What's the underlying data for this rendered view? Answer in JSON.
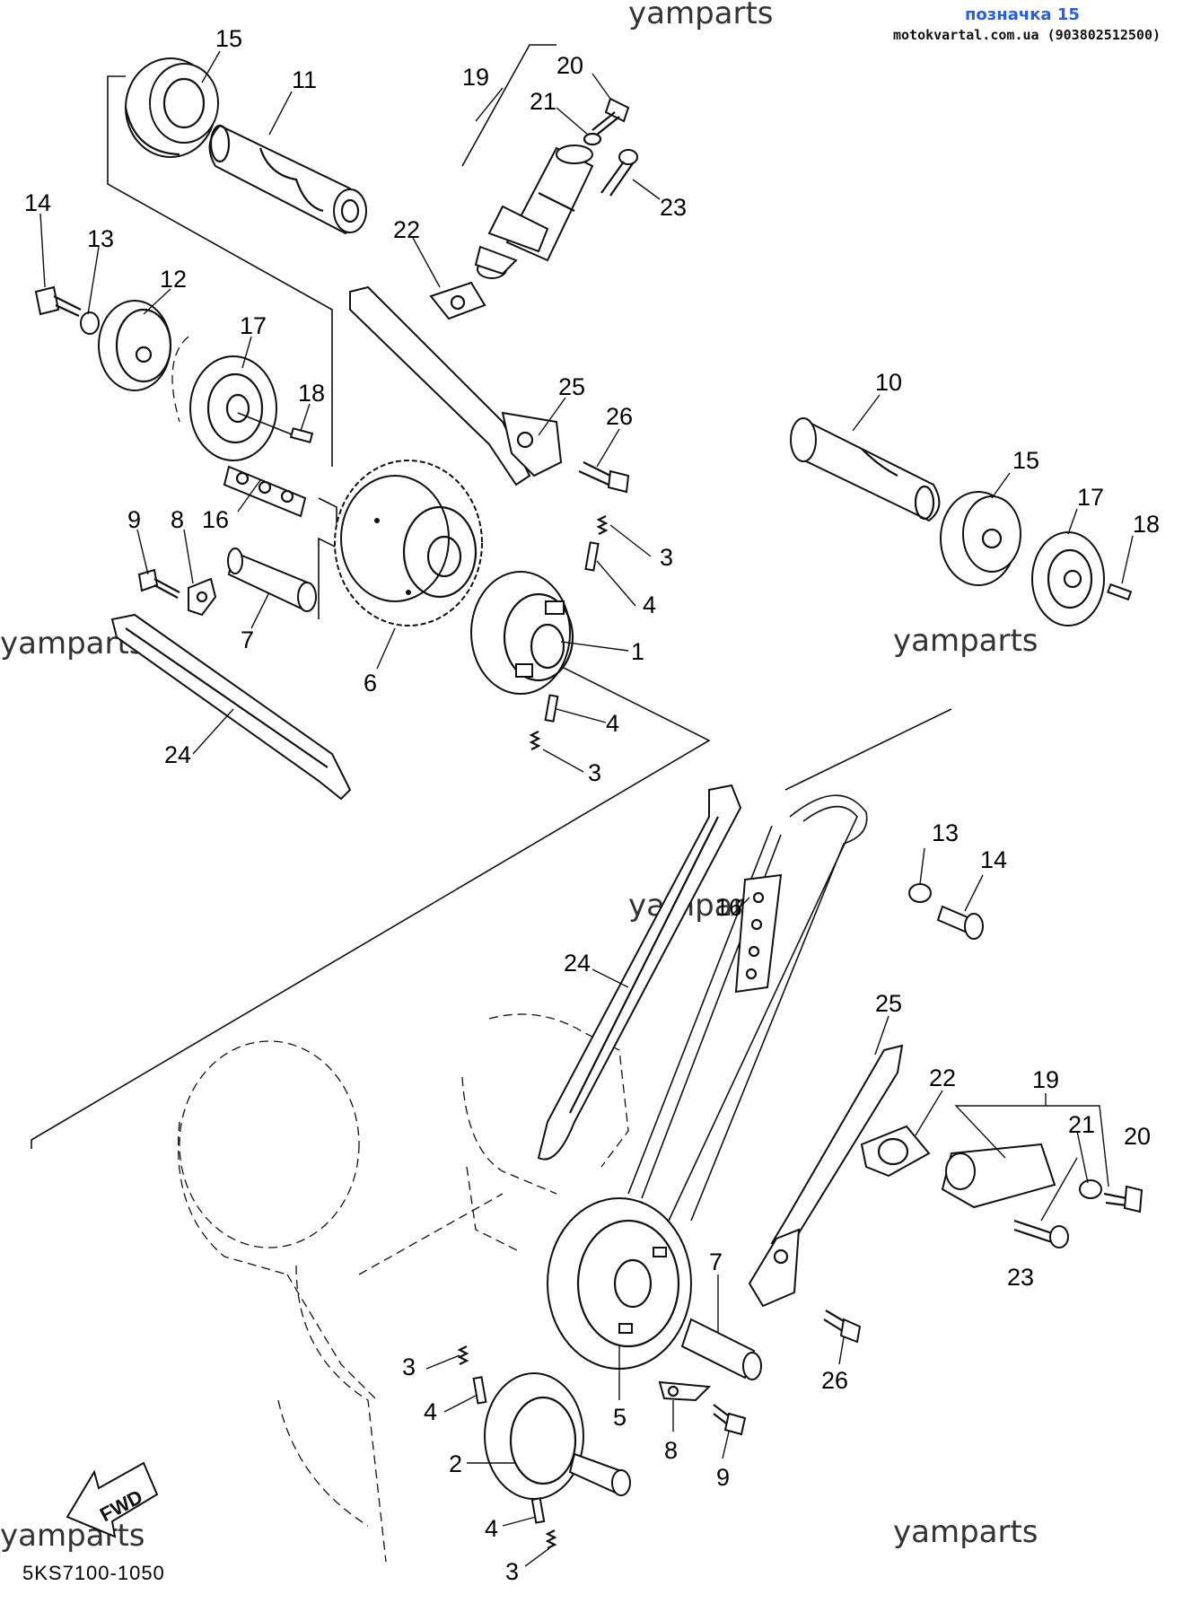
{
  "header": {
    "title": "позначка 15",
    "subtitle": "motokvartal.com.ua (903802512500)"
  },
  "watermarks": [
    "yamparts",
    "yamparts",
    "yamparts",
    "yamparts",
    "yamparts",
    "yamparts"
  ],
  "callouts": {
    "c15a": "15",
    "c11": "11",
    "c19a": "19",
    "c20a": "20",
    "c21a": "21",
    "c23a": "23",
    "c14a": "14",
    "c13a": "13",
    "c12": "12",
    "c17a": "17",
    "c18a": "18",
    "c22a": "22",
    "c25a": "25",
    "c26a": "26",
    "c10": "10",
    "c15b": "15",
    "c17b": "17",
    "c18b": "18",
    "c9a": "9",
    "c8a": "8",
    "c16a": "16",
    "c3a": "3",
    "c4a": "4",
    "c1": "1",
    "c7a": "7",
    "c6": "6",
    "c4b": "4",
    "c3b": "3",
    "c24a": "24",
    "c13b": "13",
    "c14b": "14",
    "c16b": "16",
    "c24b": "24",
    "c25b": "25",
    "c22b": "22",
    "c19b": "19",
    "c21b": "21",
    "c20b": "20",
    "c23b": "23",
    "c7b": "7",
    "c26b": "26",
    "c3c": "3",
    "c4c": "4",
    "c5": "5",
    "c8b": "8",
    "c9b": "9",
    "c2": "2",
    "c4d": "4",
    "c3d": "3"
  },
  "fwd_label": "FWD",
  "diagram_code": "5KS7100-1050"
}
